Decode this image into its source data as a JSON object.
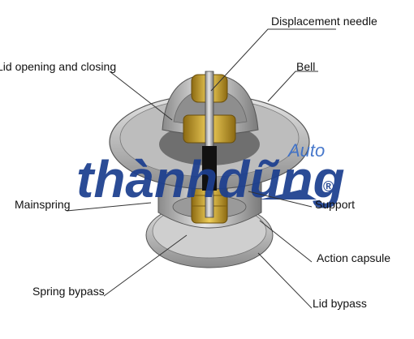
{
  "labels": {
    "displacement_needle": "Displacement needle",
    "lid_opening_closing": "Lid opening and closing",
    "bell": "Bell",
    "mainspring": "Mainspring",
    "support": "Support",
    "action_capsule": "Action capsule",
    "spring_bypass": "Spring bypass",
    "lid_bypass": "Lid bypass"
  },
  "watermark": {
    "brand": "thànhdũng",
    "sub": "Auto",
    "reg": "®"
  },
  "colors": {
    "metal_light": "#d9d9d9",
    "metal_mid": "#a9a9a9",
    "metal_dark": "#6e6e6e",
    "brass": "#c9a227",
    "watermark": "#1c3f8f"
  }
}
